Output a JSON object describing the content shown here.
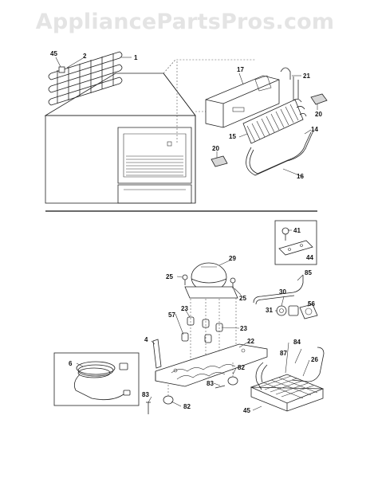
{
  "watermark": "AppliancePartsPros.com",
  "callouts": {
    "c1": "1",
    "c2": "2",
    "c45a": "45",
    "c17": "17",
    "c21": "21",
    "c20a": "20",
    "c15": "15",
    "c14": "14",
    "c20b": "20",
    "c16": "16",
    "c41": "41",
    "c44": "44",
    "c29": "29",
    "c85": "85",
    "c25a": "25",
    "c25b": "25",
    "c30": "30",
    "c56": "56",
    "c31": "31",
    "c23a": "23",
    "c57": "57",
    "c23b": "23",
    "c4": "4",
    "c22": "22",
    "c84": "84",
    "c6": "6",
    "c87": "87",
    "c26": "26",
    "c82a": "82",
    "c83a": "83",
    "c83b": "83",
    "c82b": "82",
    "c45b": "45"
  }
}
